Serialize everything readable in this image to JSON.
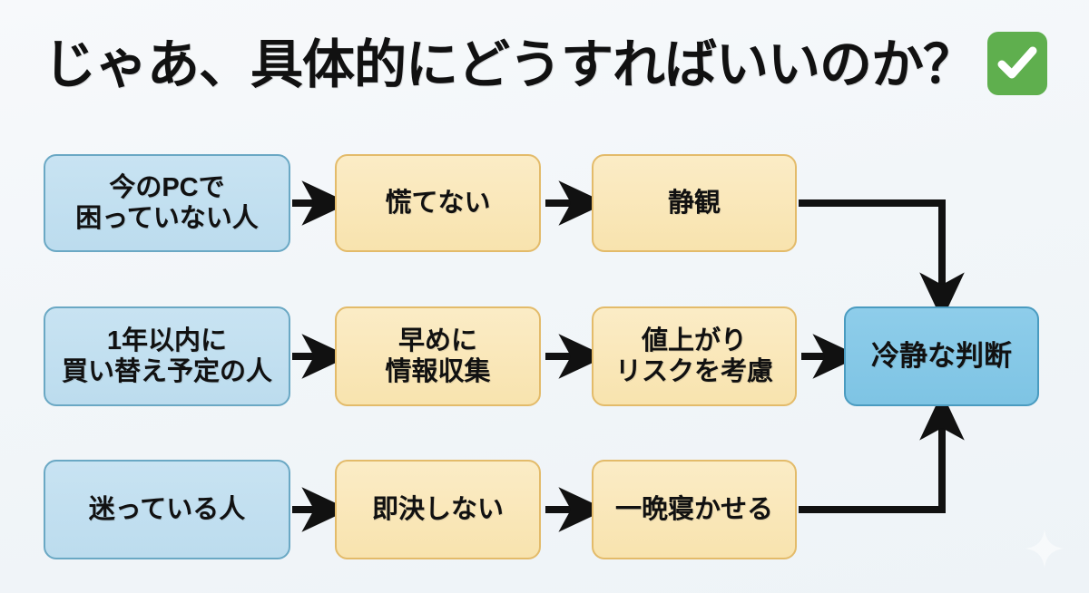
{
  "slide": {
    "background_color": "#f2f6f9",
    "title": "じゃあ、具体的にどうすればいいのか？",
    "badge": {
      "icon": "check-mark-icon",
      "color": "#5faf4e"
    },
    "sparkle_icon": "sparkle-icon"
  },
  "colors": {
    "source_fill": "#c3dfef",
    "source_border": "#6aa8c4",
    "step_fill": "#f9e6b6",
    "step_border": "#e3bb6a",
    "result_fill": "#83c7e6",
    "result_border": "#4a9bc0",
    "arrow": "#111111",
    "text": "#111111"
  },
  "flow": {
    "rows": [
      {
        "id": "row-1",
        "source": {
          "lines": [
            "今のPCで",
            "困っていない人"
          ]
        },
        "steps": [
          {
            "lines": [
              "慌てない"
            ]
          },
          {
            "lines": [
              "静観"
            ]
          }
        ],
        "connector_to_result": "elbow-down"
      },
      {
        "id": "row-2",
        "source": {
          "lines": [
            "1年以内に",
            "買い替え予定の人"
          ]
        },
        "steps": [
          {
            "lines": [
              "早めに",
              "情報収集"
            ]
          },
          {
            "lines": [
              "値上がり",
              "リスクを考慮"
            ]
          }
        ],
        "connector_to_result": "straight-right"
      },
      {
        "id": "row-3",
        "source": {
          "lines": [
            "迷っている人"
          ]
        },
        "steps": [
          {
            "lines": [
              "即決しない"
            ]
          },
          {
            "lines": [
              "一晩寝かせる"
            ]
          }
        ],
        "connector_to_result": "elbow-up"
      }
    ],
    "result": {
      "lines": [
        "冷静な判断"
      ]
    }
  }
}
